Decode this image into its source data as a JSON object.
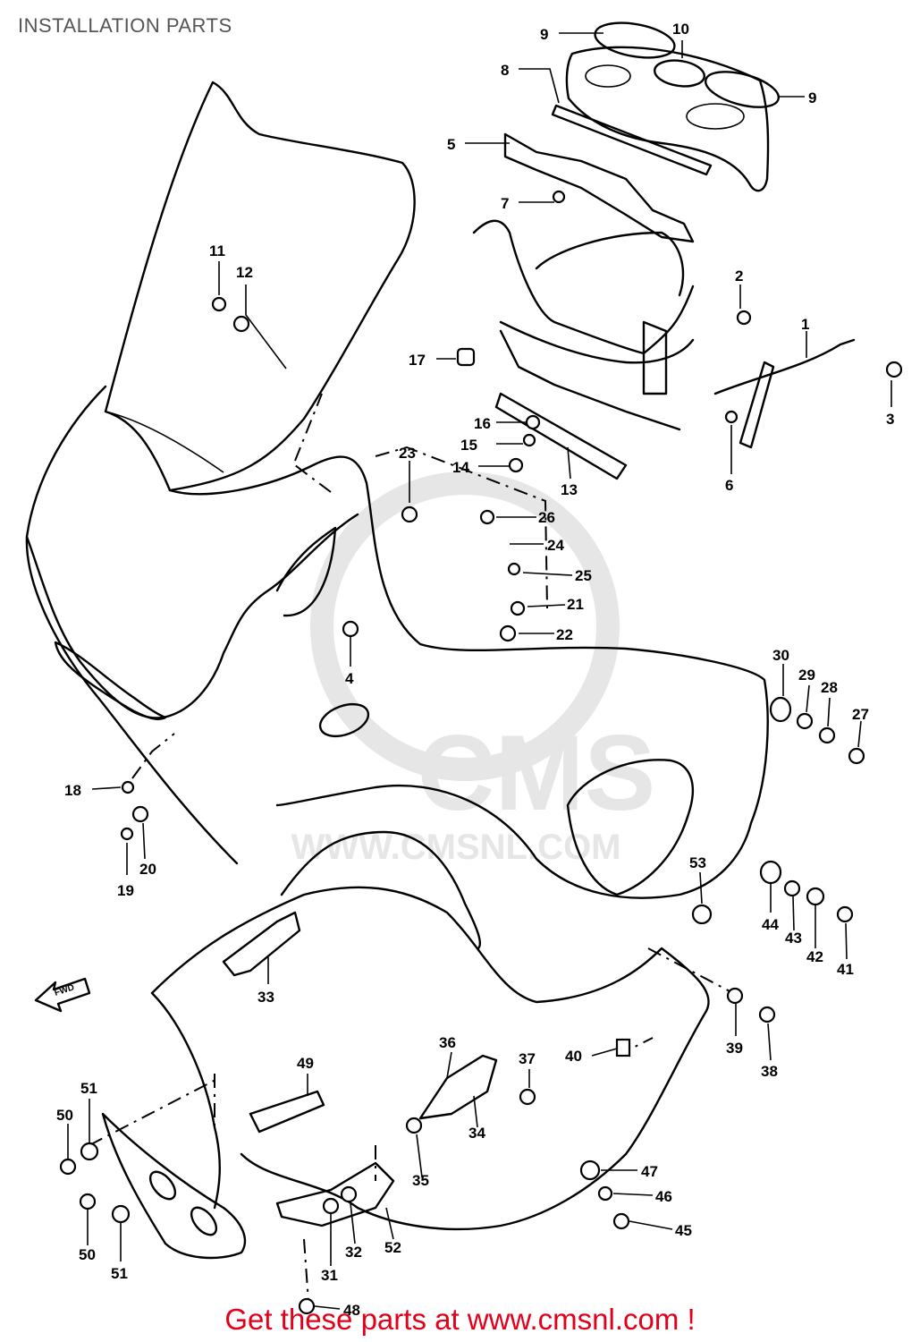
{
  "title": "INSTALLATION PARTS",
  "footer": "Get these parts at www.cmsnl.com !",
  "watermark": {
    "logo": "CMS",
    "url": "WWW.CMSNL.COM"
  },
  "fwd_label": "FWD",
  "colors": {
    "footer": "#e2001a",
    "title": "#555555",
    "watermark": "#e6e6e6"
  },
  "callouts": [
    {
      "n": "9"
    },
    {
      "n": "10"
    },
    {
      "n": "9"
    },
    {
      "n": "8"
    },
    {
      "n": "5"
    },
    {
      "n": "7"
    },
    {
      "n": "2"
    },
    {
      "n": "1"
    },
    {
      "n": "3"
    },
    {
      "n": "11"
    },
    {
      "n": "12"
    },
    {
      "n": "17"
    },
    {
      "n": "16"
    },
    {
      "n": "15"
    },
    {
      "n": "14"
    },
    {
      "n": "13"
    },
    {
      "n": "6"
    },
    {
      "n": "23"
    },
    {
      "n": "26"
    },
    {
      "n": "24"
    },
    {
      "n": "25"
    },
    {
      "n": "21"
    },
    {
      "n": "22"
    },
    {
      "n": "4"
    },
    {
      "n": "30"
    },
    {
      "n": "29"
    },
    {
      "n": "28"
    },
    {
      "n": "27"
    },
    {
      "n": "18"
    },
    {
      "n": "19"
    },
    {
      "n": "20"
    },
    {
      "n": "53"
    },
    {
      "n": "44"
    },
    {
      "n": "43"
    },
    {
      "n": "42"
    },
    {
      "n": "41"
    },
    {
      "n": "33"
    },
    {
      "n": "39"
    },
    {
      "n": "38"
    },
    {
      "n": "36"
    },
    {
      "n": "37"
    },
    {
      "n": "40"
    },
    {
      "n": "34"
    },
    {
      "n": "49"
    },
    {
      "n": "51"
    },
    {
      "n": "50"
    },
    {
      "n": "35"
    },
    {
      "n": "47"
    },
    {
      "n": "46"
    },
    {
      "n": "45"
    },
    {
      "n": "50"
    },
    {
      "n": "51"
    },
    {
      "n": "31"
    },
    {
      "n": "32"
    },
    {
      "n": "52"
    },
    {
      "n": "48"
    }
  ]
}
